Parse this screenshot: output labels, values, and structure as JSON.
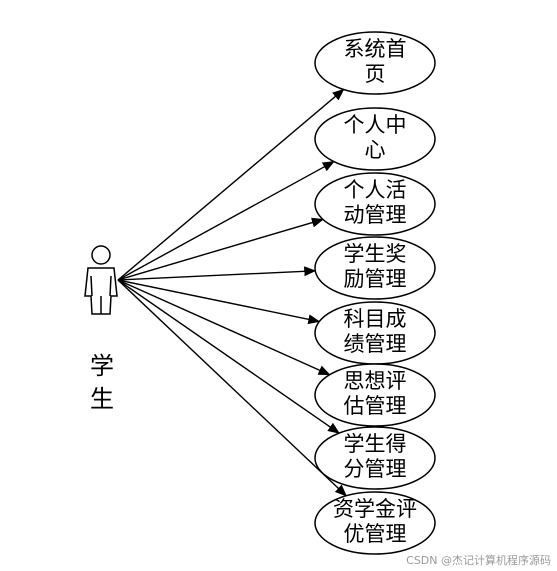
{
  "actor": {
    "label_lines": [
      "学",
      "生"
    ]
  },
  "use_cases": [
    {
      "lines": [
        "系统首",
        "页"
      ]
    },
    {
      "lines": [
        "个人中",
        "心"
      ]
    },
    {
      "lines": [
        "个人活",
        "动管理"
      ]
    },
    {
      "lines": [
        "学生奖",
        "励管理"
      ]
    },
    {
      "lines": [
        "科目成",
        "绩管理"
      ]
    },
    {
      "lines": [
        "思想评",
        "估管理"
      ]
    },
    {
      "lines": [
        "学生得",
        "分管理"
      ]
    },
    {
      "lines": [
        "资学金评",
        "优管理"
      ]
    }
  ],
  "watermark": "CSDN @杰记计算机程序源码"
}
